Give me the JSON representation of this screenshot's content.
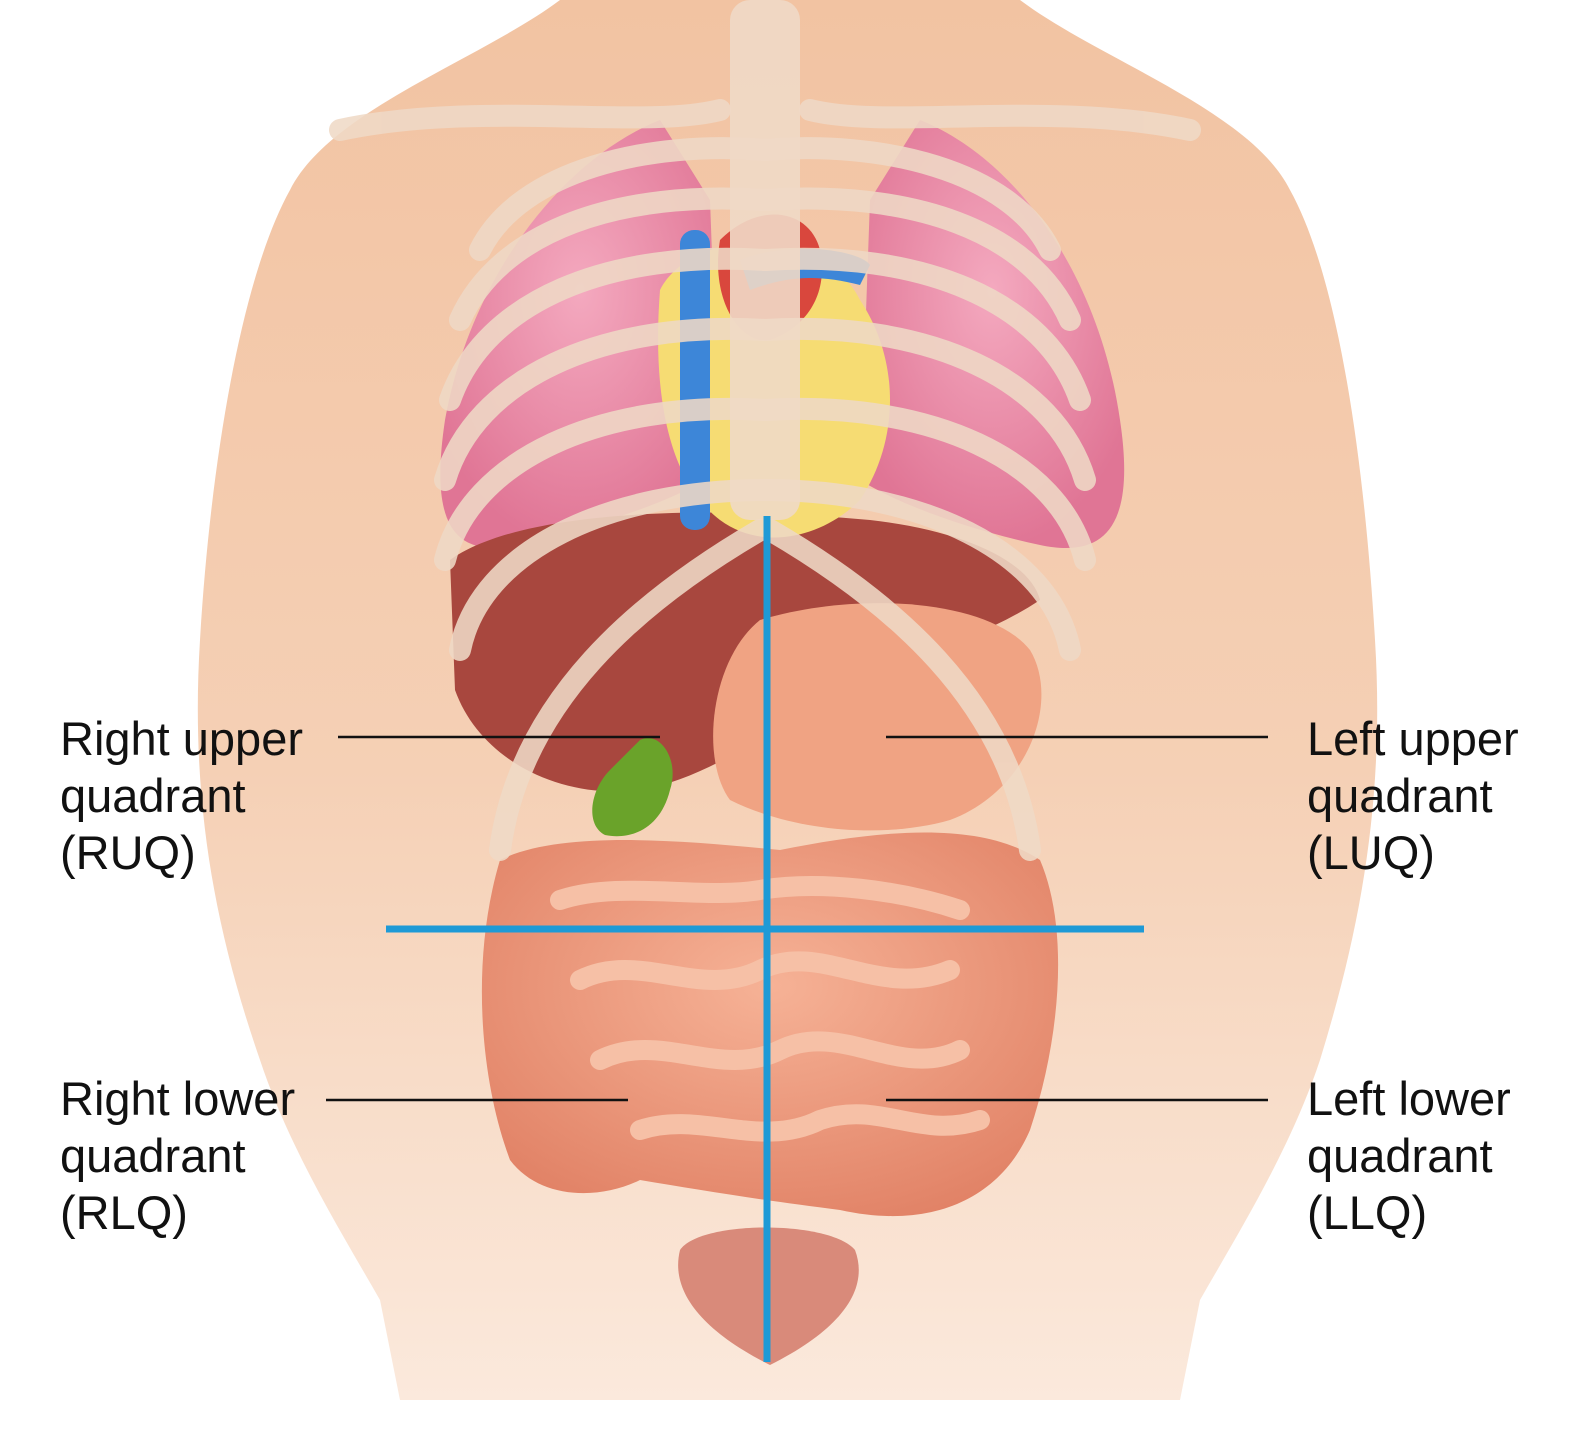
{
  "labels": {
    "ruq": {
      "line1": "Right upper",
      "line2": "quadrant",
      "line3": "(RUQ)"
    },
    "luq": {
      "line1": "Left upper",
      "line2": "quadrant",
      "line3": "(LUQ)"
    },
    "rlq": {
      "line1": "Right lower",
      "line2": "quadrant",
      "line3": "(RLQ)"
    },
    "llq": {
      "line1": "Left lower",
      "line2": "quadrant",
      "line3": "(LLQ)"
    }
  },
  "colors": {
    "skin": "#f3c7a8",
    "lung": "#e98aa6",
    "rib": "#ecd2bd",
    "intestine": "#e89476",
    "liver": "#a9473f",
    "stomach": "#f0a383",
    "gallbladder": "#6aa32a",
    "heart": "#d9473d",
    "vein": "#3d86d8",
    "fat": "#f6dc73",
    "bladder": "#d98a7a",
    "divider": "#1e9ad6",
    "leader": "#111111"
  }
}
